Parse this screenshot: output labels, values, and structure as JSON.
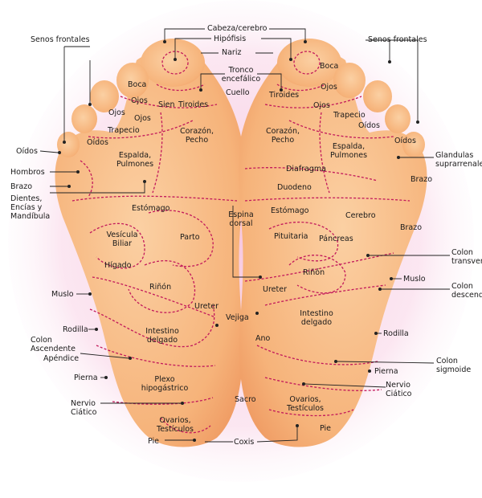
{
  "colors": {
    "background": "#ffffff",
    "glow": "#f6c2dc",
    "skin": "#f6b37a",
    "skin_light": "#fbd0a3",
    "zone_line": "#c2185b",
    "text": "#1a1a1a"
  },
  "labels": {
    "top": {
      "cabeza": "Cabeza/cerebro",
      "hipofisis": "Hipófisis",
      "nariz": "Nariz",
      "tronco": "Tronco\nencefálico",
      "cuello": "Cuello",
      "senos_left": "Senos frontales",
      "senos_right": "Senos frontales"
    },
    "left_outer": {
      "oidos": "Oídos",
      "hombros": "Hombros",
      "brazo": "Brazo",
      "dientes": "Dientes,\nEncías y\nMandíbula",
      "muslo": "Muslo",
      "rodilla": "Rodilla",
      "colon_asc": "Colon\nAscendente",
      "apendice": "Apéndice",
      "pierna": "Pierna",
      "nervio": "Nervio\nCiático"
    },
    "right_outer": {
      "glandulas": "Glandulas\nsuprarrenales",
      "colon_transversal": "Colon\ntransversal",
      "muslo": "Muslo",
      "colon_desc": "Colon\ndescendente",
      "rodilla": "Rodilla",
      "colon_sigmoide": "Colon\nsigmoide",
      "pierna": "Pierna",
      "nervio": "Nervio\nCiático"
    },
    "left_foot": {
      "boca": "Boca",
      "ojos1": "Ojos",
      "ojos2": "Ojos",
      "ojos3": "Ojos",
      "trapecio": "Trapecio",
      "oidos": "Oídos",
      "sien": "Sien",
      "tiroides": "Tiroides",
      "corazon": "Corazón,\nPecho",
      "espalda": "Espalda,\nPulmones",
      "estomago": "Estómago",
      "vesicula": "Vesícula\nBiliar",
      "parto": "Parto",
      "higado": "Hígado",
      "rinon": "Riñón",
      "ureter": "Ureter",
      "vejiga": "Vejiga",
      "intestino": "Intestino\ndelgado",
      "plexo": "Plexo\nhipogástrico",
      "ovarios": "Ovarios,\nTestículos",
      "pie": "Pie",
      "coxis": "Coxis"
    },
    "right_foot": {
      "boca": "Boca",
      "ojos1": "Ojos",
      "ojos2": "Ojos",
      "trapecio": "Trapecio",
      "oidos1": "Oídos",
      "oidos2": "Oídos",
      "tiroides": "Tiroides",
      "corazon": "Corazón,\nPecho",
      "espalda": "Espalda,\nPulmones",
      "diafragma": "Diafragma",
      "duodeno": "Duodeno",
      "brazo": "Brazo",
      "espina": "Espina\ndorsal",
      "estomago": "Estómago",
      "cerebro": "Cerebro",
      "pituitaria": "Pituitaria",
      "pancreas": "Páncreas",
      "brazo2": "Brazo",
      "rinon": "Riñón",
      "ureter": "Ureter",
      "intestino": "Intestino\ndelgado",
      "ano": "Ano",
      "sacro": "Sacro",
      "ovarios": "Ovarios,\nTestículos",
      "pie": "Pie"
    }
  }
}
